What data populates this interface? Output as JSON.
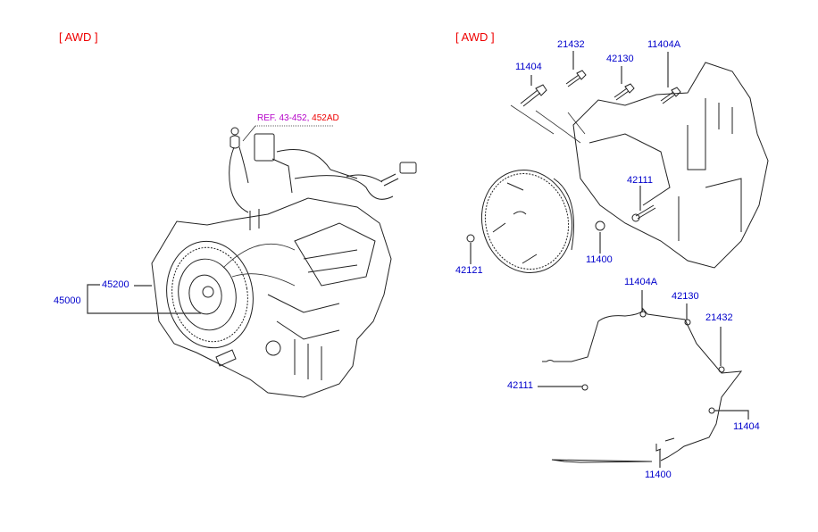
{
  "headers": {
    "left": "[ AWD ]",
    "right": "[ AWD ]"
  },
  "reference": {
    "prefix": "REF. 43-452,",
    "suffix": "452AD"
  },
  "left_assembly": {
    "labels": {
      "assembly": "45000",
      "converter": "45200"
    }
  },
  "right_exploded": {
    "labels": {
      "bolt_11404": "11404",
      "bolt_21432": "21432",
      "bolt_42130": "42130",
      "bolt_11404A": "11404A",
      "bolt_42111": "42111",
      "nut_11400": "11400",
      "nut_42121": "42121"
    }
  },
  "outline_view": {
    "labels": {
      "pos_11404A": "11404A",
      "pos_42130": "42130",
      "pos_21432": "21432",
      "pos_42111": "42111",
      "pos_11404": "11404",
      "pos_11400": "11400"
    }
  },
  "colors": {
    "header": "#ee0000",
    "part_number": "#0000cc",
    "reference": "#b400c8"
  }
}
